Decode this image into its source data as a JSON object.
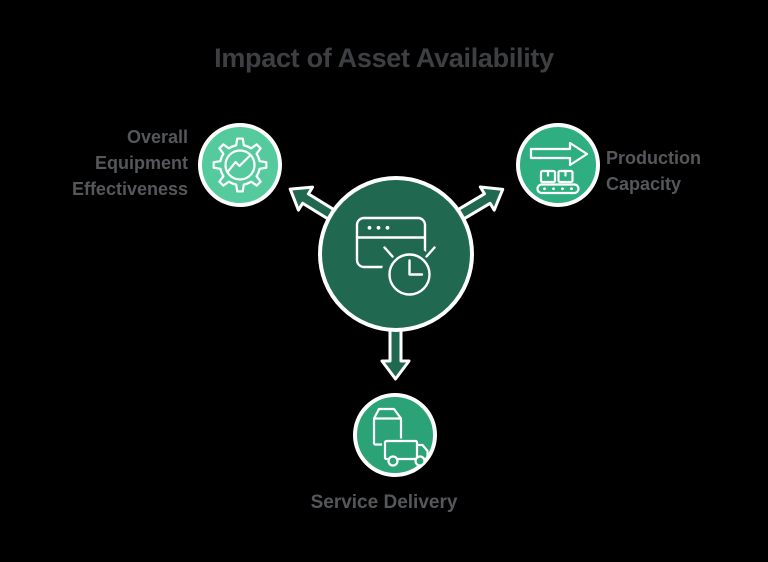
{
  "title": "Impact of Asset Availability",
  "center_node": {
    "icon": "browser-clock-icon"
  },
  "nodes": [
    {
      "id": "oee",
      "label": "Overall Equipment Effectiveness",
      "icon": "gear-trend-icon",
      "position": "left"
    },
    {
      "id": "production",
      "label": "Production Capacity",
      "icon": "conveyor-arrow-icon",
      "position": "right"
    },
    {
      "id": "service",
      "label": "Service Delivery",
      "icon": "package-truck-icon",
      "position": "bottom"
    }
  ],
  "colors": {
    "background": "#000000",
    "center_circle": "#20684F",
    "node_left_circle": "#55CA9D",
    "node_right_circle": "#2FAF81",
    "node_bottom_circle": "#2BA377",
    "icon_stroke": "#FFFFFF",
    "title_text": "#3E3F42",
    "label_text": "#55575A"
  }
}
